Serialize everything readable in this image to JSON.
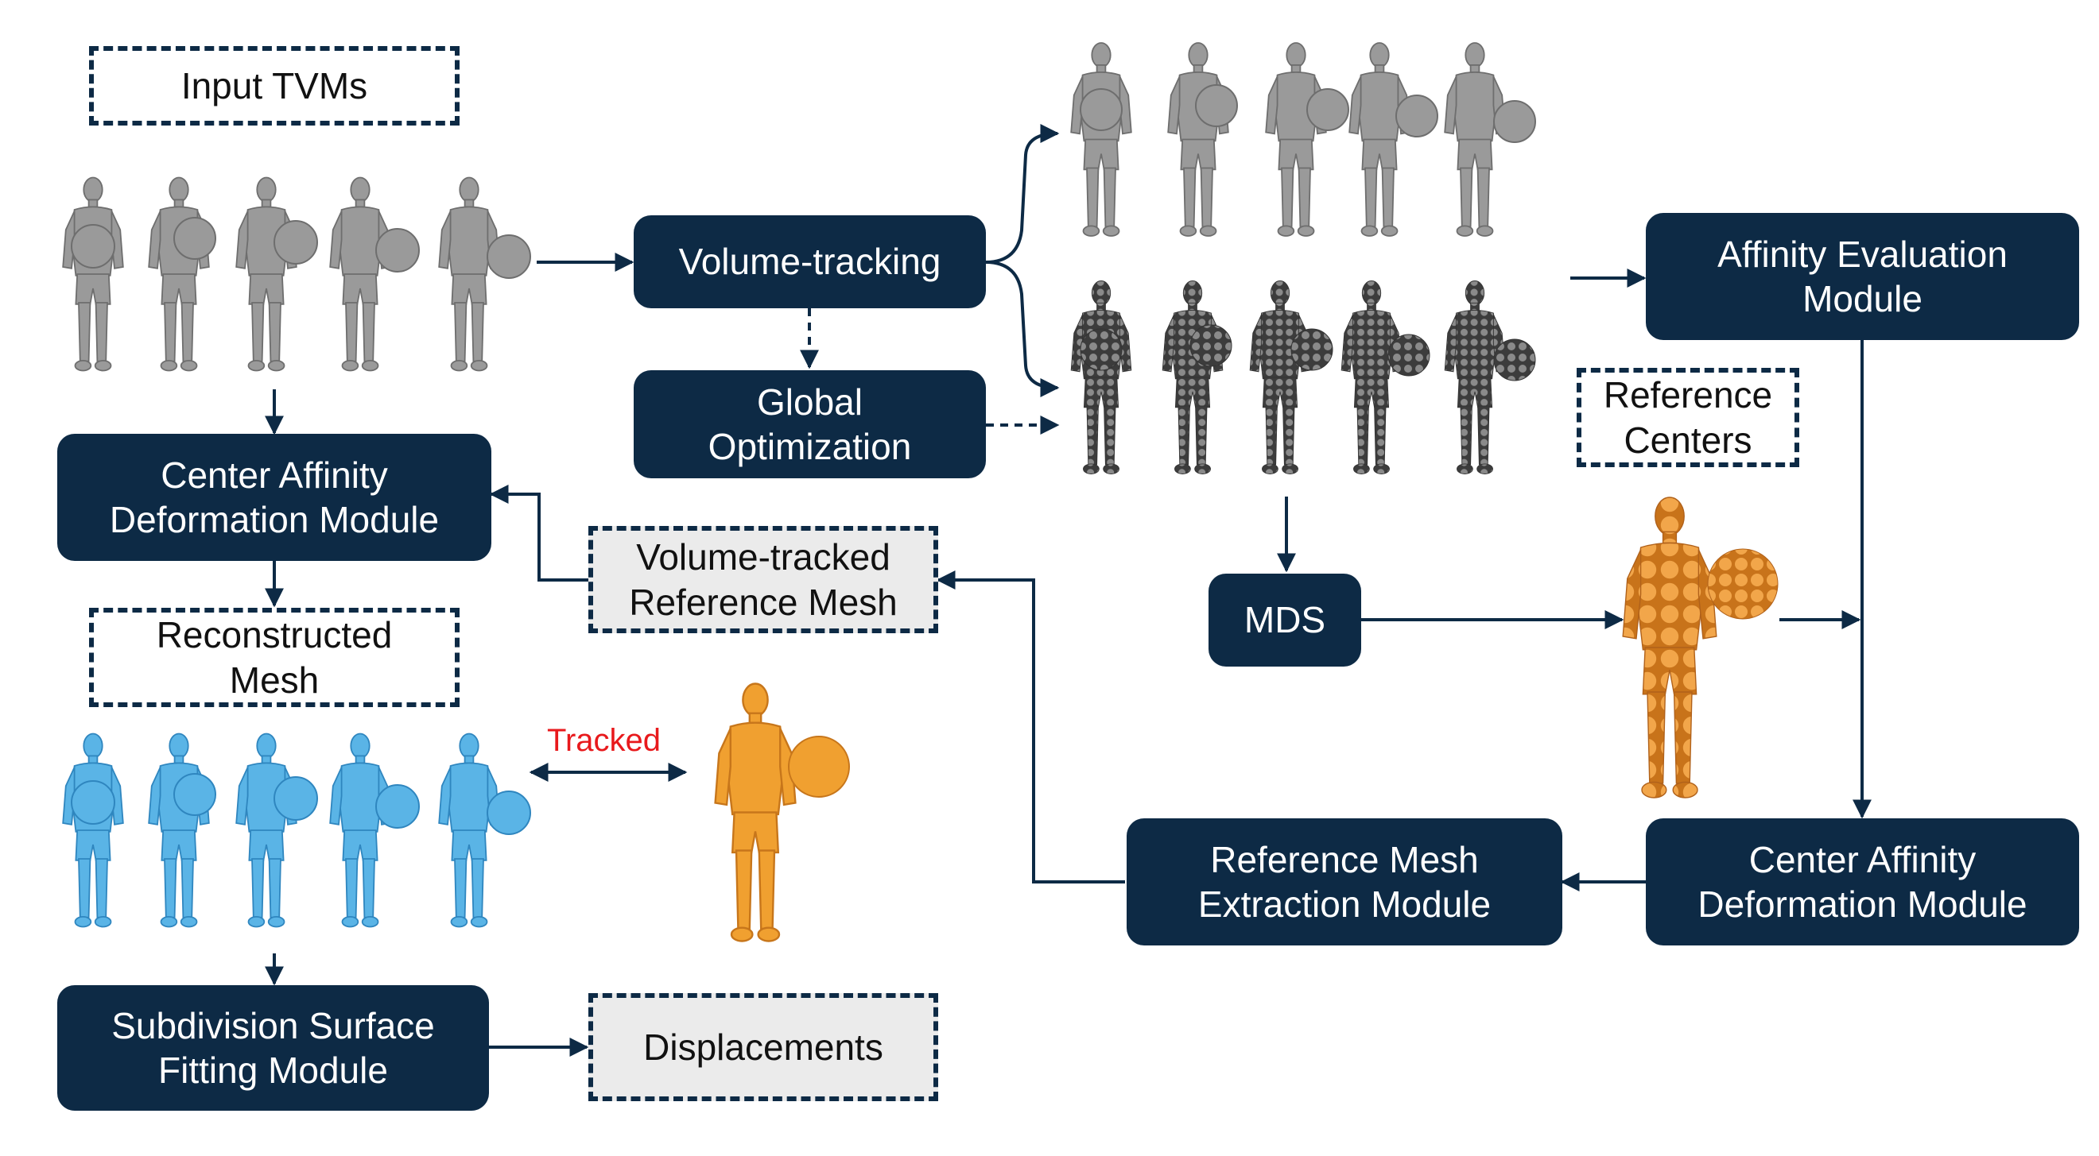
{
  "labels": {
    "input_tvms": "Input TVMs",
    "volume_tracking": "Volume-tracking",
    "global_optimization": "Global\nOptimization",
    "affinity_evaluation": "Affinity Evaluation\nModule",
    "reference_centers": "Reference\nCenters",
    "center_affinity_left": "Center Affinity\nDeformation Module",
    "volume_tracked_reference": "Volume-tracked\nReference  Mesh",
    "mds": "MDS",
    "reconstructed_mesh": "Reconstructed\nMesh",
    "tracked": "Tracked",
    "reference_mesh_extraction": "Reference Mesh\nExtraction Module",
    "center_affinity_right": "Center Affinity\nDeformation Module",
    "subdivision": "Subdivision Surface\nFitting Module",
    "displacements": "Displacements"
  },
  "colors": {
    "module_fill": "#0d2a45",
    "arrow": "#0d2a45",
    "input_mesh": "#9a9a9a",
    "tracked_mesh": "#555555",
    "reconstructed_mesh": "#5ab4e6",
    "reference_mesh": "#f0a030",
    "tracked_label": "#e8191c"
  },
  "icons": {
    "input_row": "grey-human-mesh-icon",
    "tracked_smooth_row": "grey-human-mesh-icon",
    "tracked_points_row": "point-cloud-human-icon",
    "reconstructed_row": "blue-human-mesh-icon",
    "reference_points": "orange-point-cloud-icon",
    "reference_mesh": "orange-human-mesh-icon"
  }
}
